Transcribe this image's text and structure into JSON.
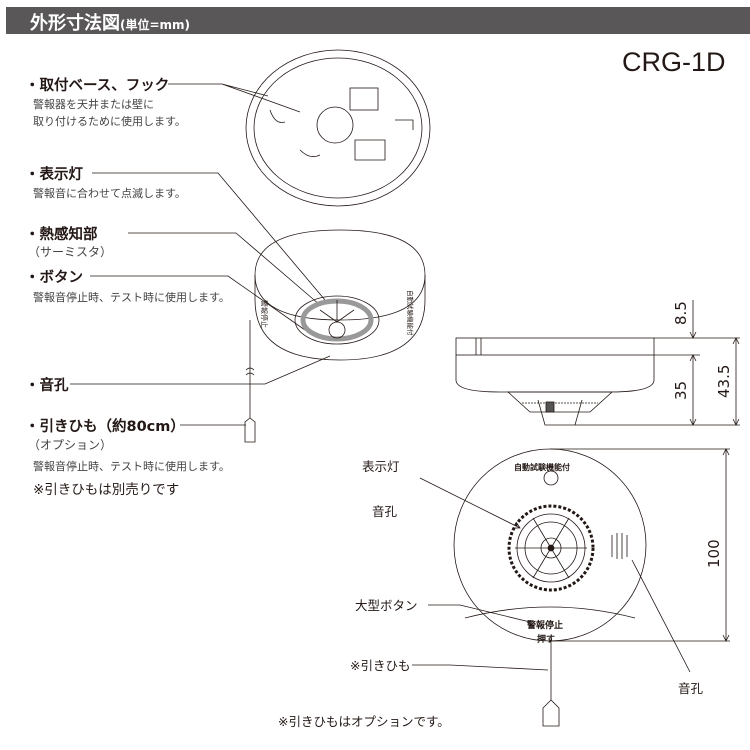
{
  "header": {
    "title": "外形寸法図",
    "unit": "(単位=mm)"
  },
  "model": "CRG-1D",
  "callouts": [
    {
      "label": "・取付ベース、フック",
      "desc": [
        "警報器を天井または壁に",
        "取り付けるために使用します。"
      ]
    },
    {
      "label": "・表示灯",
      "desc": [
        "警報音に合わせて点滅します。"
      ]
    },
    {
      "label": "・熱感知部",
      "desc": [
        "（サーミスタ）"
      ]
    },
    {
      "label": "・ボタン",
      "desc": [
        "警報音停止時、テスト時に使用します。"
      ]
    },
    {
      "label": "・音孔",
      "desc": []
    },
    {
      "label": "・引きひも（約80cm）",
      "desc": [
        "（オプション）",
        "警報音停止時、テスト時に使用します。"
      ]
    }
  ],
  "pull_cord_note": "※引きひもは別売りです",
  "dimensions": {
    "base_height": "8.5",
    "body_height": "35",
    "total_height": "43.5",
    "diameter": "100"
  },
  "front_view": {
    "top_text": "自動試験機能付",
    "button_text": [
      "警報停止",
      "押す"
    ],
    "labels": {
      "indicator": "表示灯",
      "sound_hole": "音孔",
      "big_button": "大型ボタン",
      "pull_cord": "※引きひも",
      "sound_hole_side": "音孔"
    },
    "footnote": "※引きひもはオプションです。"
  },
  "side_text": {
    "left": "警報停止",
    "right": "自動試験機能付"
  }
}
